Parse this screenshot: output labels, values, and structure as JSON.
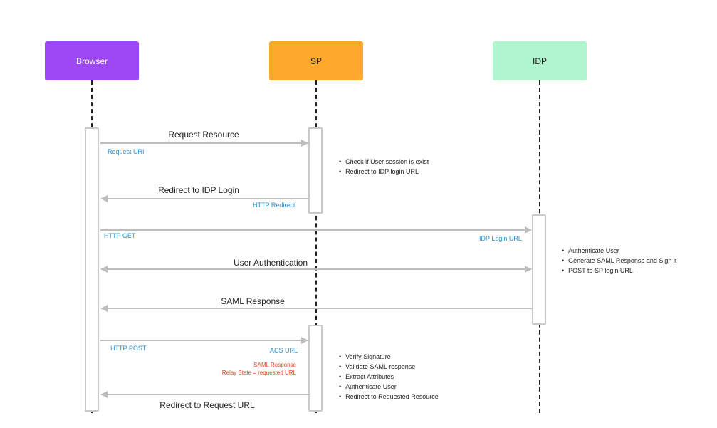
{
  "colors": {
    "browser": "#9d47f5",
    "sp": "#fda92d",
    "idp": "#aff5cd",
    "arrow": "#bdbdbd",
    "blue_label": "#2a8fd0",
    "red_label": "#e0451f"
  },
  "actors": {
    "browser": "Browser",
    "sp": "SP",
    "idp": "IDP"
  },
  "messages": {
    "request_resource": {
      "label": "Request Resource",
      "sub": "Request URI"
    },
    "redirect_idp_login": {
      "label": "Redirect to IDP Login",
      "sub": "HTTP Redirect"
    },
    "http_get": {
      "sub_left": "HTTP GET",
      "sub_right": "IDP Login URL"
    },
    "user_authentication": {
      "label": "User Authentication"
    },
    "saml_response": {
      "label": "SAML Response"
    },
    "http_post": {
      "sub_left": "HTTP POST",
      "sub_right": "ACS URL",
      "detail_1": "SAML Response",
      "detail_2": "Relay State = requested URL"
    },
    "redirect_request_url": {
      "label": "Redirect to Request URL"
    }
  },
  "notes": {
    "sp_first": [
      "Check if User session is exist",
      "Redirect to IDP login URL"
    ],
    "idp": [
      "Authenticate User",
      "Generate SAML Response and Sign it",
      "POST to SP login URL"
    ],
    "sp_second": [
      "Verify Signature",
      "Validate SAML response",
      "Extract Attributes",
      "Authenticate User",
      "Redirect to Requested Resource"
    ]
  }
}
